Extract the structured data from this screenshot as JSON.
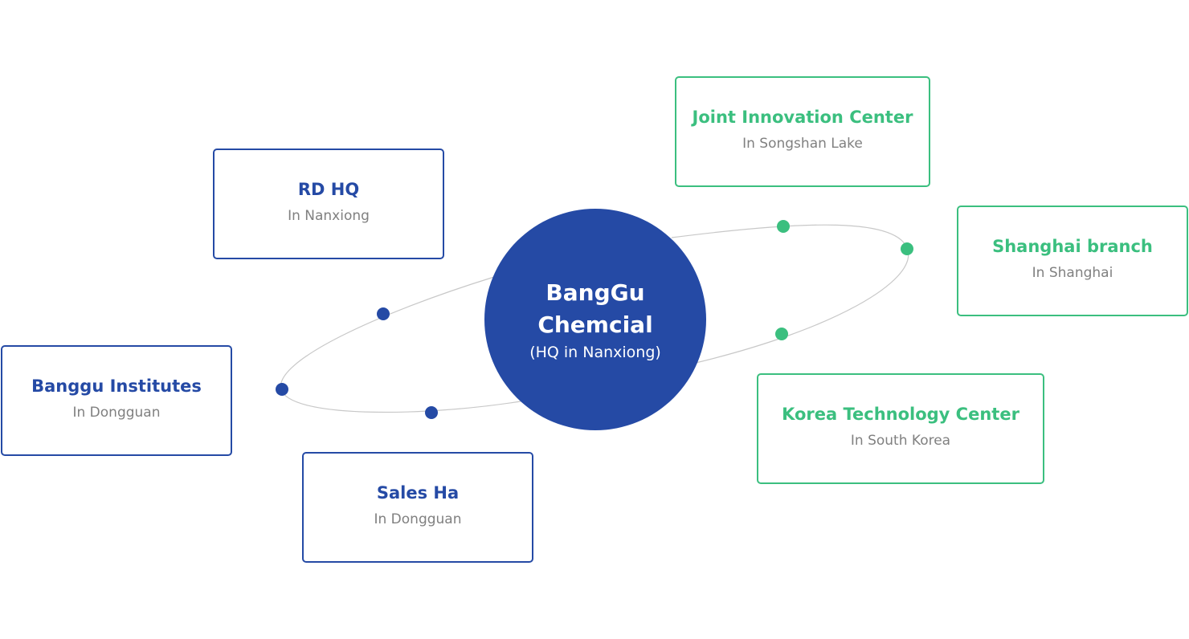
{
  "center": {
    "title": "BangGu Chemcial",
    "subtitle": "(HQ in Nanxiong)"
  },
  "nodes": [
    {
      "title": "RD HQ",
      "subtitle": "In Nanxiong",
      "group": "blue"
    },
    {
      "title": "Banggu Institutes",
      "subtitle": "In Dongguan",
      "group": "blue"
    },
    {
      "title": "Sales Ha",
      "subtitle": "In Dongguan",
      "group": "blue"
    },
    {
      "title": "Joint Innovation Center",
      "subtitle": "In Songshan Lake",
      "group": "green"
    },
    {
      "title": "Shanghai branch",
      "subtitle": "In Shanghai",
      "group": "green"
    },
    {
      "title": "Korea Technology Center",
      "subtitle": "In South Korea",
      "group": "green"
    }
  ],
  "colors": {
    "blue": "#254aa5",
    "green": "#3bbf7f",
    "subtitle_gray": "#808080",
    "orbit_gray": "#c8c8c8"
  }
}
